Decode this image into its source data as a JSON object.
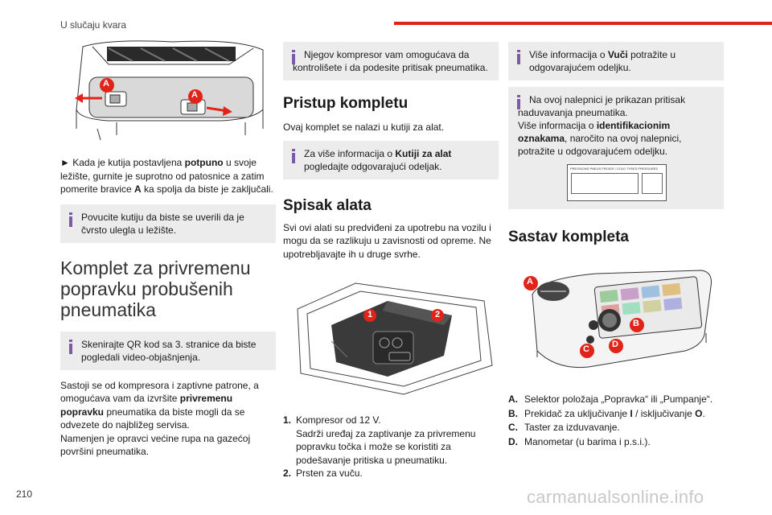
{
  "header": {
    "title": "U slučaju kvara"
  },
  "page_number": "210",
  "watermark": "carmanualsonline.info",
  "col1": {
    "figure_labels": [
      "A",
      "A"
    ],
    "para1_prefix": "► Kada je kutija postavljena ",
    "para1_bold": "potpuno",
    "para1_mid": " u svoje ležište, gurnite je suprotno od patosnice a zatim pomerite bravice ",
    "para1_bold2": "A",
    "para1_suffix": " ka spolja da biste je zaključali.",
    "note1": "Povucite kutiju da biste se uverili da je čvrsto ulegla u ležište.",
    "heading": "Komplet za privremenu popravku probušenih pneumatika",
    "note2": "Skenirajte QR kod sa 3. stranice da biste pogledali video-objašnjenja.",
    "para2_prefix": "Sastoji se od kompresora i zaptivne patrone, a omogućava vam da izvršite ",
    "para2_bold": "privremenu popravku",
    "para2_suffix": " pneumatika da biste mogli da se odvezete do najbližeg servisa.",
    "para3": "Namenjen je opravci većine rupa na gazećoj površini pneumatika."
  },
  "col2": {
    "note1": "Njegov kompresor vam omogućava da kontrolišete i da podesite pritisak pneumatika.",
    "heading1": "Pristup kompletu",
    "para1": "Ovaj komplet se nalazi u kutiji za alat.",
    "note2_prefix": "Za više informacija o ",
    "note2_bold": "Kutiji za alat",
    "note2_suffix": " pogledajte odgovarajući odeljak.",
    "heading2": "Spisak alata",
    "para2": "Svi ovi alati su predviđeni za upotrebu na vozilu i mogu da se razlikuju u zavisnosti od opreme. Ne upotrebljavajte ih u druge svrhe.",
    "figure_labels": [
      "1",
      "2"
    ],
    "list": [
      {
        "key": "1.",
        "text": "Kompresor od 12 V.",
        "sub": "Sadrži uređaj za zaptivanje za privremenu popravku točka i može se koristiti za podešavanje pritiska u pneumatiku."
      },
      {
        "key": "2.",
        "text": "Prsten za vuču.",
        "sub": ""
      }
    ]
  },
  "col3": {
    "note1_prefix": "Više informacija o ",
    "note1_bold": "Vuči",
    "note1_suffix": " potražite u odgovarajućem odeljku.",
    "note2_line": "Na ovoj nalepnici je prikazan pritisak naduvavanja pneumatika.",
    "note2_more_prefix": "Više informacija o ",
    "note2_more_bold": "identifikacionim oznakama",
    "note2_more_suffix": ", naročito na ovoj nalepnici, potražite u odgovarajućem odeljku.",
    "sticker_text": "PRESSIONS PNEUS FROIDS / COLD TYRES PRESSURES",
    "heading": "Sastav kompleta",
    "figure_labels": [
      "A",
      "B",
      "C",
      "D"
    ],
    "list": [
      {
        "key": "A.",
        "text": "Selektor položaja „Popravka“ ili „Pumpanje“."
      },
      {
        "key": "B.",
        "text_prefix": "Prekidač za uključivanje ",
        "b1": "I",
        "text_mid": " / isključivanje ",
        "b2": "O",
        "text_suffix": "."
      },
      {
        "key": "C.",
        "text": "Taster za izduvavanje."
      },
      {
        "key": "D.",
        "text": "Manometar (u barima i p.s.i.)."
      }
    ]
  },
  "colors": {
    "accent_red": "#e2231a",
    "info_purple": "#7c5aa6",
    "note_bg": "#ececec"
  }
}
